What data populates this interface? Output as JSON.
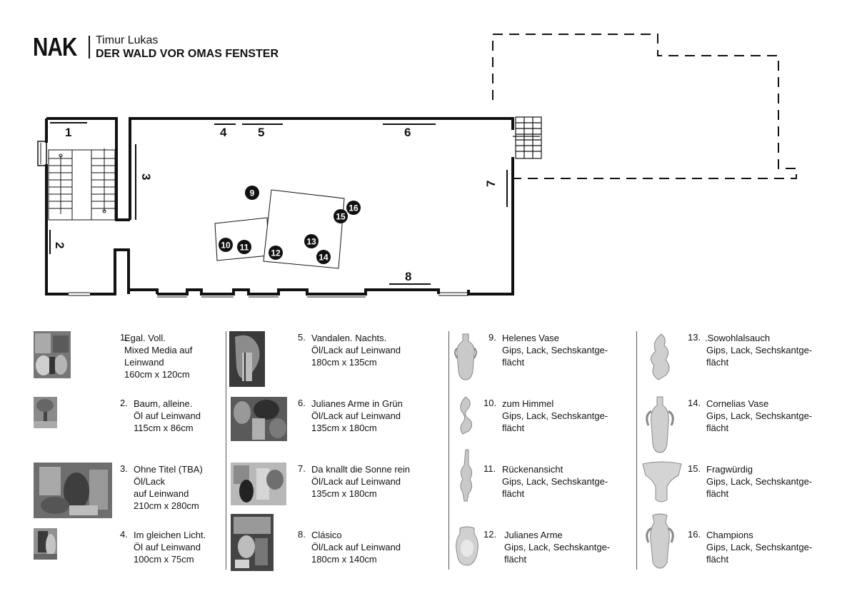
{
  "header": {
    "logo": "NAK",
    "artist": "Timur Lukas",
    "title": "DER WALD VOR OMAS FENSTER"
  },
  "floorplan": {
    "wall_labels": [
      "1",
      "2",
      "3",
      "4",
      "5",
      "6",
      "7",
      "8"
    ],
    "markers": [
      "9",
      "10",
      "11",
      "12",
      "13",
      "14",
      "15",
      "16"
    ]
  },
  "catalog": [
    {
      "num": "1.",
      "lines": [
        "Egal. Voll.",
        "Mixed Media auf",
        "Leinwand",
        "160cm x 120cm"
      ]
    },
    {
      "num": "2.",
      "lines": [
        "Baum, alleine.",
        "Öl auf Leinwand",
        "115cm x 86cm"
      ]
    },
    {
      "num": "3.",
      "lines": [
        "Ohne Titel (TBA)",
        "Öl/Lack",
        "auf Leinwand",
        "210cm x 280cm"
      ]
    },
    {
      "num": "4.",
      "lines": [
        "Im gleichen Licht.",
        "Öl auf Leinwand",
        "100cm x 75cm"
      ]
    },
    {
      "num": "5.",
      "lines": [
        "Vandalen. Nachts.",
        "Öl/Lack auf Leinwand",
        "180cm x 135cm"
      ]
    },
    {
      "num": "6.",
      "lines": [
        "Julianes Arme in Grün",
        "Öl/Lack auf Leinwand",
        "135cm x 180cm"
      ]
    },
    {
      "num": "7.",
      "lines": [
        "Da knallt die Sonne rein",
        "Öl/Lack auf Leinwand",
        "135cm x 180cm"
      ]
    },
    {
      "num": "8.",
      "lines": [
        "Clásico",
        "Öl/Lack auf Leinwand",
        "180cm x 140cm"
      ]
    },
    {
      "num": "9.",
      "lines": [
        "Helenes Vase",
        "Gips, Lack, Sechskantge-",
        "flächt"
      ]
    },
    {
      "num": "10.",
      "lines": [
        "zum Himmel",
        "Gips, Lack, Sechskantge-",
        "flächt"
      ]
    },
    {
      "num": "11.",
      "lines": [
        "Rückenansicht",
        "Gips, Lack, Sechskantge-",
        "flächt"
      ]
    },
    {
      "num": "12.",
      "lines": [
        "Julianes Arme",
        "Gips, Lack, Sechskantge-",
        "flächt"
      ]
    },
    {
      "num": "13.",
      "lines": [
        ".Sowohlalsauch",
        "Gips, Lack, Sechskantge-",
        "flächt"
      ]
    },
    {
      "num": "14.",
      "lines": [
        "Cornelias Vase",
        "Gips, Lack, Sechskantge-",
        "flächt"
      ]
    },
    {
      "num": "15.",
      "lines": [
        "Fragwürdig",
        "Gips, Lack, Sechskantge-",
        "flächt"
      ]
    },
    {
      "num": "16.",
      "lines": [
        "Champions",
        "Gips, Lack, Sechskantge-",
        "flächt"
      ]
    }
  ]
}
